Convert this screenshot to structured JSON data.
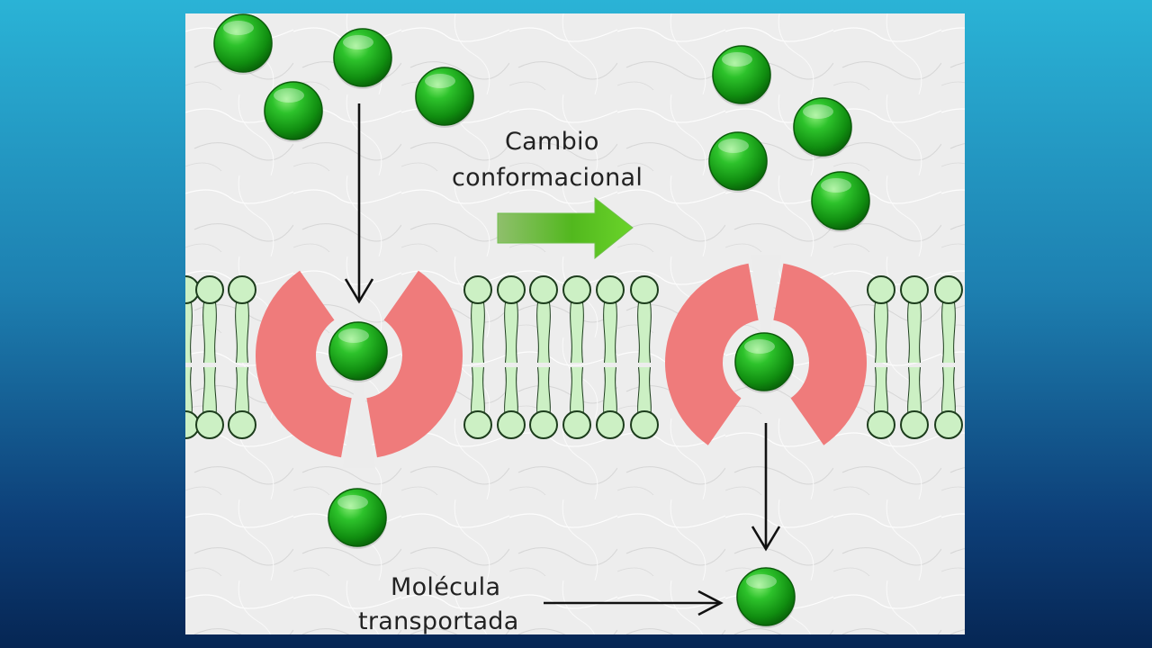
{
  "diagram": {
    "label_change": [
      "Cambio",
      "conformacional"
    ],
    "label_molecule": [
      "Molécula",
      "transportada"
    ]
  },
  "colors": {
    "background_top": "#2ab3d6",
    "background_bottom": "#062654",
    "panel": "#ececec",
    "protein": "#ef7b7b",
    "molecule": "#1ea51e",
    "phospholipid_head": "#ccf0c4",
    "arrow_conformational": "#4fb81f"
  }
}
